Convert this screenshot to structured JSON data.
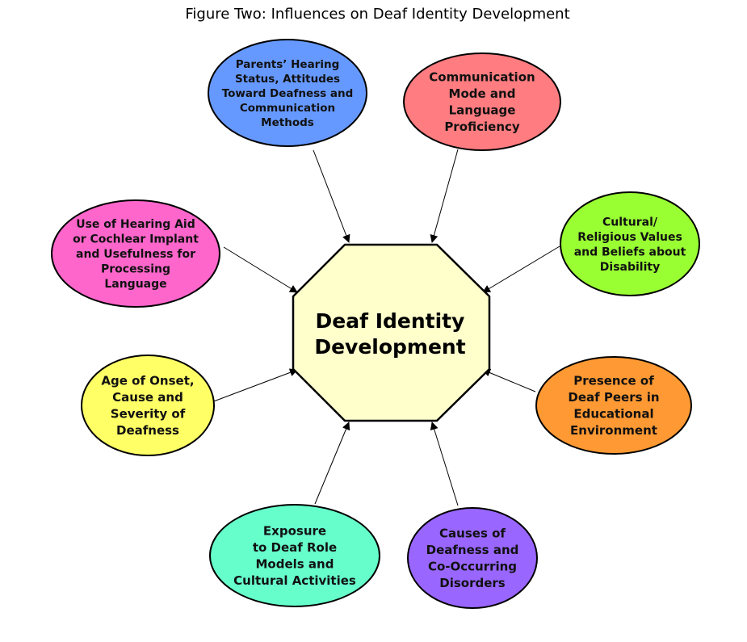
{
  "title": "Figure Two: Influences on Deaf Identity Development",
  "center": {
    "lines": [
      "Deaf Identity",
      "Development"
    ],
    "fill": "#ffffcc"
  },
  "nodes": [
    {
      "id": "parents-hearing-status",
      "lines": [
        "Parents’ Hearing",
        "Status, Attitudes",
        "Toward Deafness and",
        "Communication",
        "Methods"
      ],
      "fill": "#6699ff"
    },
    {
      "id": "communication-mode",
      "lines": [
        "Communication",
        "Mode and",
        "Language",
        "Proficiency"
      ],
      "fill": "#ff7c80"
    },
    {
      "id": "cultural-religious-values",
      "lines": [
        "Cultural/",
        "Religious Values",
        "and Beliefs about",
        "Disability"
      ],
      "fill": "#99ff33"
    },
    {
      "id": "hearing-aid-cochlear",
      "lines": [
        "Use of Hearing Aid",
        "or Cochlear Implant",
        "and Usefulness for",
        "Processing",
        "Language"
      ],
      "fill": "#ff66cc"
    },
    {
      "id": "age-of-onset",
      "lines": [
        "Age of Onset,",
        "Cause and",
        "Severity of",
        "Deafness"
      ],
      "fill": "#ffff66"
    },
    {
      "id": "deaf-peers",
      "lines": [
        "Presence of",
        "Deaf Peers in",
        "Educational",
        "Environment"
      ],
      "fill": "#ff9933"
    },
    {
      "id": "deaf-role-models",
      "lines": [
        "Exposure",
        "to Deaf Role",
        "Models and",
        "Cultural Activities"
      ],
      "fill": "#66ffcc"
    },
    {
      "id": "causes-co-occurring",
      "lines": [
        "Causes of",
        "Deafness and",
        "Co-Occurring",
        "Disorders"
      ],
      "fill": "#9966ff"
    }
  ]
}
